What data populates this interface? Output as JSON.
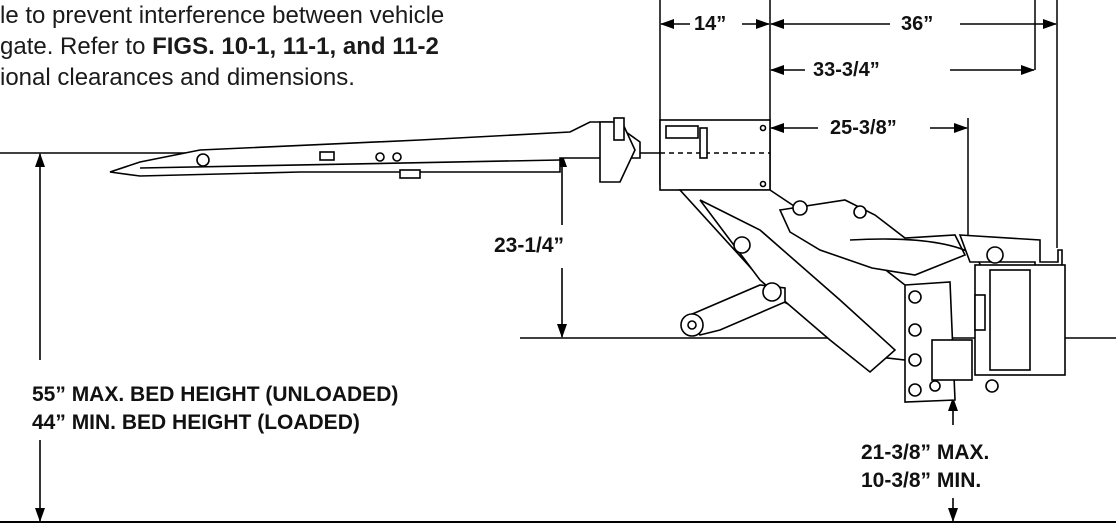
{
  "intro": {
    "line1": "le to prevent interference between vehicle",
    "line2_pre": "gate. Refer to ",
    "line2_bold": "FIGS. 10-1, 11-1, and 11-2",
    "line3": "ional clearances and dimensions."
  },
  "dimensions": {
    "d14": "14”",
    "d36": "36”",
    "d33_3_4": "33-3/4”",
    "d25_3_8": "25-3/8”",
    "d23_1_4": "23-1/4”",
    "bed_max": "55” MAX. BED HEIGHT (UNLOADED)",
    "bed_min": "44” MIN. BED HEIGHT  (LOADED)",
    "drop_max": "21-3/8” MAX.",
    "drop_min": "10-3/8” MIN."
  }
}
